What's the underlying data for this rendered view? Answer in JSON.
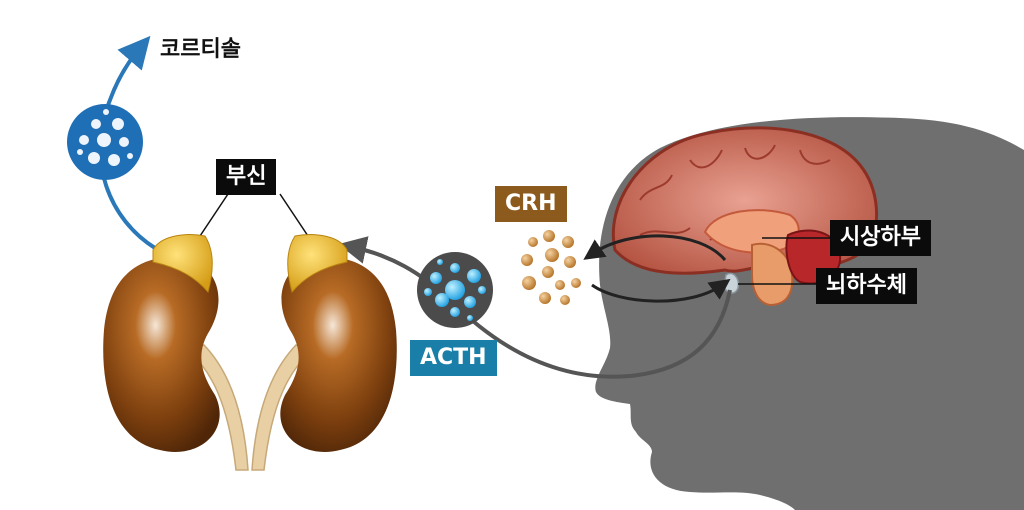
{
  "labels": {
    "cortisol": "코르티솔",
    "adrenal": "부신",
    "crh": "CRH",
    "acth": "ACTH",
    "hypothalamus": "시상하부",
    "pituitary": "뇌하수체"
  },
  "colors": {
    "tag_black": "#0b0b0b",
    "crh_tag": "#8d5a1e",
    "acth_tag": "#1a7fa8",
    "arrow_blue": "#2a78b8",
    "arrow_gray": "#555555",
    "head_silhouette": "#6f6f6f",
    "brain": "#c86a5b",
    "kidney": "#8a4a12",
    "adrenal_gland": "#e6b42c",
    "crh_particles": "#c98a3c",
    "acth_particles": "#3ab3e8"
  },
  "icons": [
    "head-silhouette",
    "brain",
    "kidney",
    "adrenal-gland",
    "hormone-particles"
  ]
}
